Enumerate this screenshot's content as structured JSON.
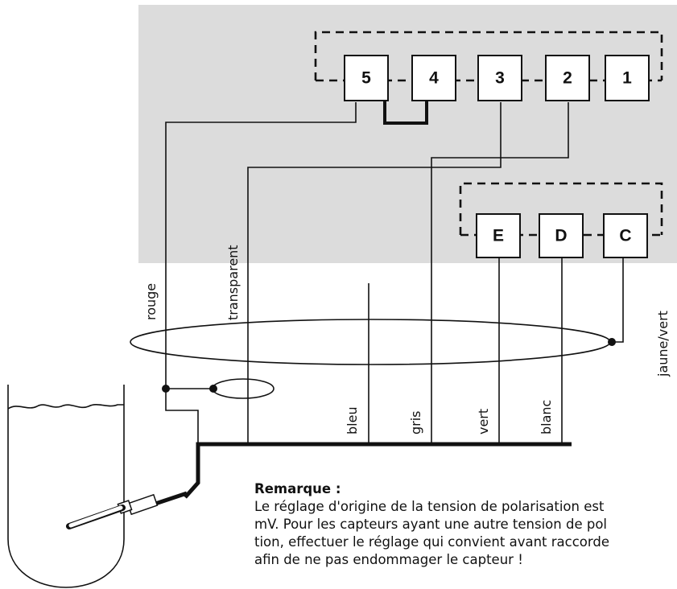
{
  "terminals_top": [
    "5",
    "4",
    "3",
    "2",
    "1"
  ],
  "terminals_bottom": [
    "E",
    "D",
    "C"
  ],
  "wire_labels": {
    "rouge": "rouge",
    "transparent": "transparent",
    "jaune_vert": "jaune/vert",
    "bleu": "bleu",
    "gris": "gris",
    "vert": "vert",
    "blanc": "blanc"
  },
  "remark": {
    "title": "Remarque :",
    "lines": [
      "Le réglage d'origine de la tension de polarisation est",
      "mV. Pour les capteurs ayant une autre tension de pol",
      "tion, effectuer le réglage qui convient avant raccorde",
      "afin de ne pas endommager le capteur !"
    ]
  }
}
